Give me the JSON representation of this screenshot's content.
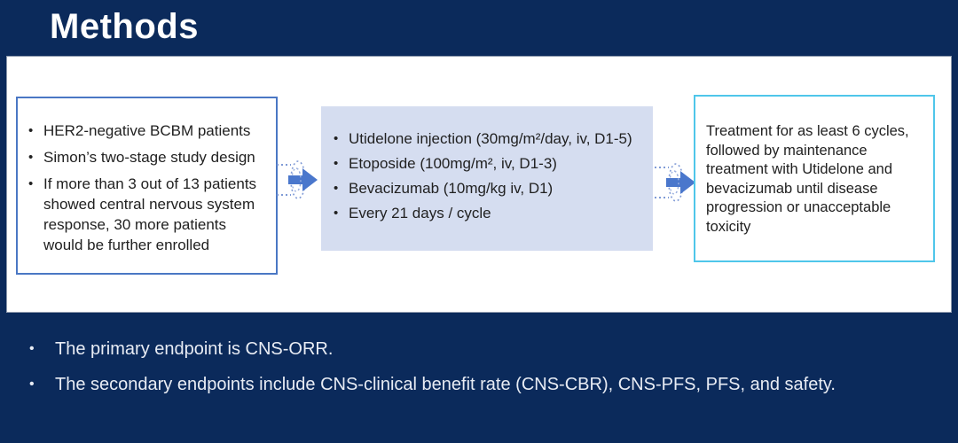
{
  "slide": {
    "title": "Methods"
  },
  "flow": {
    "criteria_box": {
      "bullets": [
        "HER2-negative BCBM patients",
        "Simon’s two-stage study design",
        "If more than 3 out of 13 patients showed central nervous system response, 30 more patients would be further enrolled"
      ]
    },
    "regimen_box": {
      "bullets": [
        "Utidelone injection (30mg/m²/day, iv, D1-5)",
        "Etoposide (100mg/m², iv, D1-3)",
        "Bevacizumab (10mg/kg iv, D1)",
        "Every 21 days / cycle"
      ]
    },
    "treatment_box": {
      "text": "Treatment for as least 6 cycles, followed by maintenance treatment with Utidelone and bevacizumab until disease progression or unacceptable toxicity"
    }
  },
  "endpoints": {
    "bullets": [
      "The primary endpoint is CNS-ORR.",
      "The secondary endpoints include CNS-clinical benefit rate (CNS-CBR), CNS-PFS, PFS, and safety."
    ]
  },
  "colors": {
    "background": "#0b2a5b",
    "panel": "#ffffff",
    "criteria_border": "#4a77c4",
    "regimen_fill": "#d5ddf0",
    "treatment_border": "#4fc6ea",
    "arrow": "#4a77cc",
    "arrow_dots": "#7f9ad6",
    "body_text": "#212121",
    "endpoint_text": "#e8ecf4"
  }
}
